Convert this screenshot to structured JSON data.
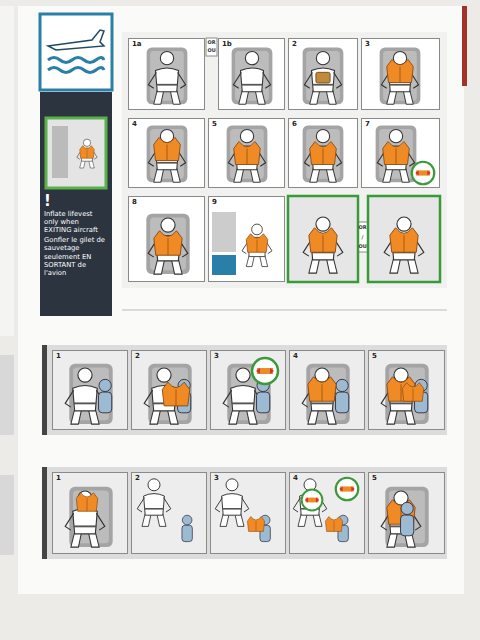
{
  "diagram": {
    "nodes": [
      {
        "text": [
          "!",
          "Inflate lifevest only when EXITING aircraft",
          "Gonfler le gilet de sauvetage seulement EN SORTANT de l'avion"
        ]
      },
      {
        "text": [
          "1a"
        ]
      },
      {
        "text": [
          "1b"
        ]
      },
      {
        "text": [
          "2"
        ]
      },
      {
        "text": [
          "3"
        ]
      },
      {
        "text": [
          "4"
        ]
      },
      {
        "text": [
          "5"
        ]
      },
      {
        "text": [
          "6"
        ]
      },
      {
        "text": [
          "7"
        ]
      },
      {
        "text": [
          "8"
        ]
      },
      {
        "text": [
          "9"
        ]
      },
      {
        "text": [
          "1"
        ]
      },
      {
        "text": [
          "2"
        ]
      },
      {
        "text": [
          "3"
        ]
      },
      {
        "text": [
          "4"
        ]
      },
      {
        "text": [
          "5"
        ]
      },
      {
        "text": [
          "1"
        ]
      },
      {
        "text": [
          "2"
        ]
      },
      {
        "text": [
          "3"
        ]
      },
      {
        "text": [
          "4"
        ]
      },
      {
        "text": [
          "5"
        ]
      }
    ],
    "labels": [
      "OR",
      "OU",
      "OR",
      "/",
      "OU"
    ]
  }
}
